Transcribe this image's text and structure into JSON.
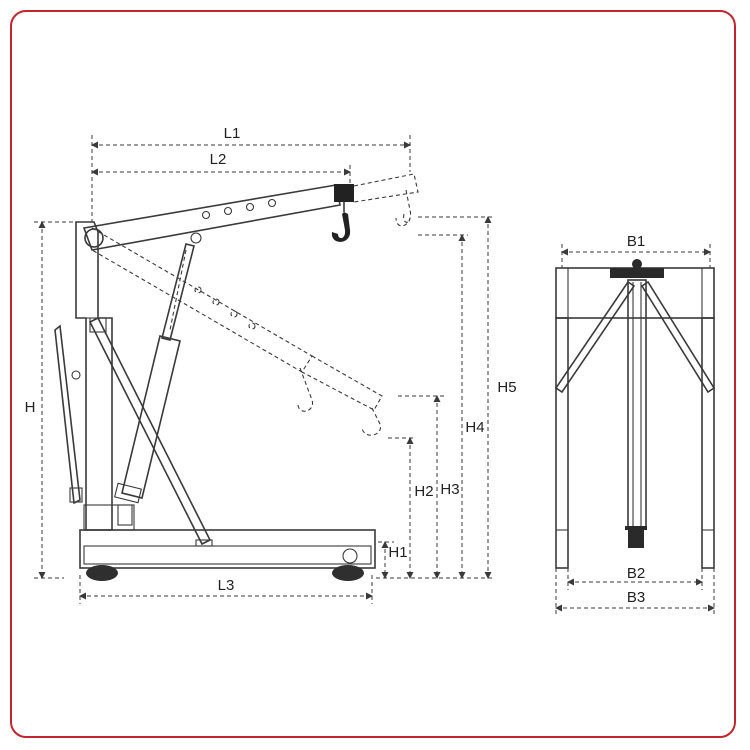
{
  "frame": {
    "border_color": "#c0262d"
  },
  "side_view": {
    "labels": {
      "L1": "L1",
      "L2": "L2",
      "L3": "L3",
      "H": "H",
      "H1": "H1",
      "H2": "H2",
      "H3": "H3",
      "H4": "H4",
      "H5": "H5"
    }
  },
  "front_view": {
    "labels": {
      "B1": "B1",
      "B2": "B2",
      "B3": "B3"
    }
  }
}
